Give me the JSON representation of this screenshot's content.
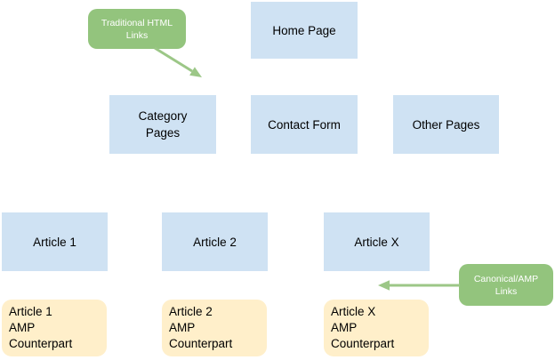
{
  "colors": {
    "page_bg": "#ffffff",
    "node_blue": "#cfe2f3",
    "amp_yellow": "#ffefca",
    "callout_green": "#93c47d",
    "arrow_green": "#9cc787",
    "node_text": "#000000",
    "callout_text": "#ffffff"
  },
  "nodes": {
    "home": {
      "label": "Home Page"
    },
    "category": {
      "label": "Category\nPages"
    },
    "contact": {
      "label": "Contact Form"
    },
    "other": {
      "label": "Other Pages"
    },
    "article1": {
      "label": "Article 1"
    },
    "article2": {
      "label": "Article 2"
    },
    "articleX": {
      "label": "Article X"
    },
    "amp1": {
      "label": "Article 1\nAMP\nCounterpart"
    },
    "amp2": {
      "label": "Article 2\nAMP\nCounterpart"
    },
    "ampX": {
      "label": "Article X\nAMP\nCounterpart"
    }
  },
  "callouts": {
    "traditional": {
      "label": "Traditional HTML\nLinks"
    },
    "canonical": {
      "label": "Canonical/AMP\nLinks"
    }
  }
}
